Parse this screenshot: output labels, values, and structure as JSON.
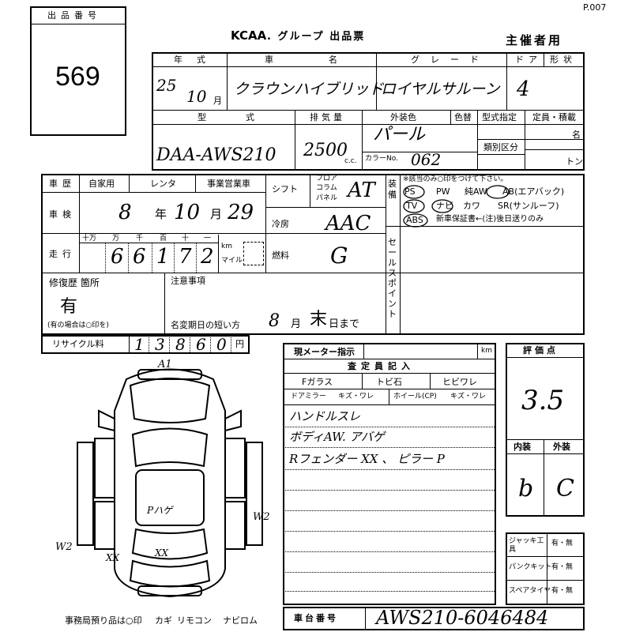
{
  "page_number": "P.007",
  "lot": {
    "label": "出品番号",
    "number": "569"
  },
  "header": {
    "title_prefix": "KCAA",
    "title_rest": ". グループ 出品票",
    "organizer": "主催者用"
  },
  "row1": {
    "year_label": "年式",
    "car_label": "車名",
    "grade_label": "グレード",
    "doors_label": "ドア",
    "shape_label": "形状",
    "year": "25",
    "month": "10",
    "month_unit": "月",
    "car_name": "クラウンハイブリッド",
    "grade": "ロイヤルサルーン",
    "doors": "4"
  },
  "row2": {
    "model_label": "型式",
    "displacement_label": "排気量",
    "exterior_label": "外装色",
    "color_change_label": "色替",
    "model_designation_label": "型式指定",
    "capacity_label": "定員・積載",
    "class_label": "類別区分",
    "capacity_unit": "名",
    "load_unit": "トン",
    "model": "DAA-AWS210",
    "displacement": "2500",
    "displacement_unit": "c.c.",
    "exterior_color": "パール",
    "color_no_label": "カラーNo.",
    "color_no": "062"
  },
  "usage": {
    "label": "車歴",
    "options": [
      "自家用",
      "レンタ",
      "事業営業車"
    ]
  },
  "shift": {
    "label": "シフト",
    "options": [
      "フロア",
      "コラム",
      "パネル"
    ],
    "value": "AT"
  },
  "inspection": {
    "label": "車検",
    "year": "8",
    "year_unit": "年",
    "month": "10",
    "month_unit": "月",
    "day": "29"
  },
  "ac": {
    "label": "冷房",
    "value": "AAC"
  },
  "mileage": {
    "label": "走行",
    "place_labels": [
      "十万",
      "万",
      "千",
      "百",
      "十",
      "一"
    ],
    "digits": [
      "6",
      "6",
      "1",
      "7",
      "2"
    ],
    "unit_km": "km",
    "unit_mile": "マイル"
  },
  "fuel": {
    "label": "燃料",
    "value": "G"
  },
  "equipment": {
    "label": "装備",
    "note": "※該当のみ○印をつけて下さい。",
    "line1": [
      "PS",
      "PW",
      "純AW",
      "AB(エアバック)"
    ],
    "line2": [
      "TV",
      "ナビ",
      "カワ",
      "SR(サンルーフ)"
    ],
    "line3": [
      "ABS",
      "新車保証書←(注)後日送りのみ"
    ]
  },
  "sales_point": {
    "label": "セールスポイント"
  },
  "repair": {
    "label": "修復歴 箇所",
    "value": "有",
    "note": "(有の場合は○印を)"
  },
  "notes": {
    "label": "注意事項",
    "short_inspection_label": "名変期日の短い方",
    "date_month": "8",
    "month_unit": "月",
    "date_day": "末",
    "day_unit": "日まで"
  },
  "recycle": {
    "label": "リサイクル料",
    "digits": [
      "1",
      "3",
      "8",
      "6",
      "0"
    ],
    "unit": "円"
  },
  "meter": {
    "label": "現メーター指示",
    "unit": "km"
  },
  "inspection_notes": {
    "label": "査定員記入",
    "glass_label": "Fガラス",
    "chip_label": "トビ石",
    "crack_label": "ヒビワレ",
    "mirror_label": "ドアミラー",
    "mirror_opts": "キズ・ワレ",
    "wheel_label": "ホイール(CP)",
    "wheel_opts": "キズ・ワレ",
    "lines": [
      "ハンドルスレ",
      "ボディAW. アバゲ",
      "Rフェンダー XX 、 ピラー P"
    ]
  },
  "ratings": {
    "label": "評価点",
    "score": "3.5",
    "interior_label": "内装",
    "exterior_label": "外装",
    "interior": "b",
    "exterior": "C"
  },
  "accessories": [
    {
      "label": "ジャッキ工具",
      "value": "有・無"
    },
    {
      "label": "パンクキット",
      "value": "有・無"
    },
    {
      "label": "スペアタイヤ",
      "value": "有・無"
    }
  ],
  "chassis": {
    "label": "車台番号",
    "value": "AWS210-6046484"
  },
  "office_items": {
    "label": "事務局預り品は○印",
    "items": [
      "カギ",
      "リモコン",
      "ナビロム"
    ]
  },
  "diagram_marks": {
    "front": "A1",
    "right_side": "W2",
    "left_side": "W2",
    "rear_a": "XX",
    "rear_b": "XX",
    "roof": "Pハゲ"
  }
}
